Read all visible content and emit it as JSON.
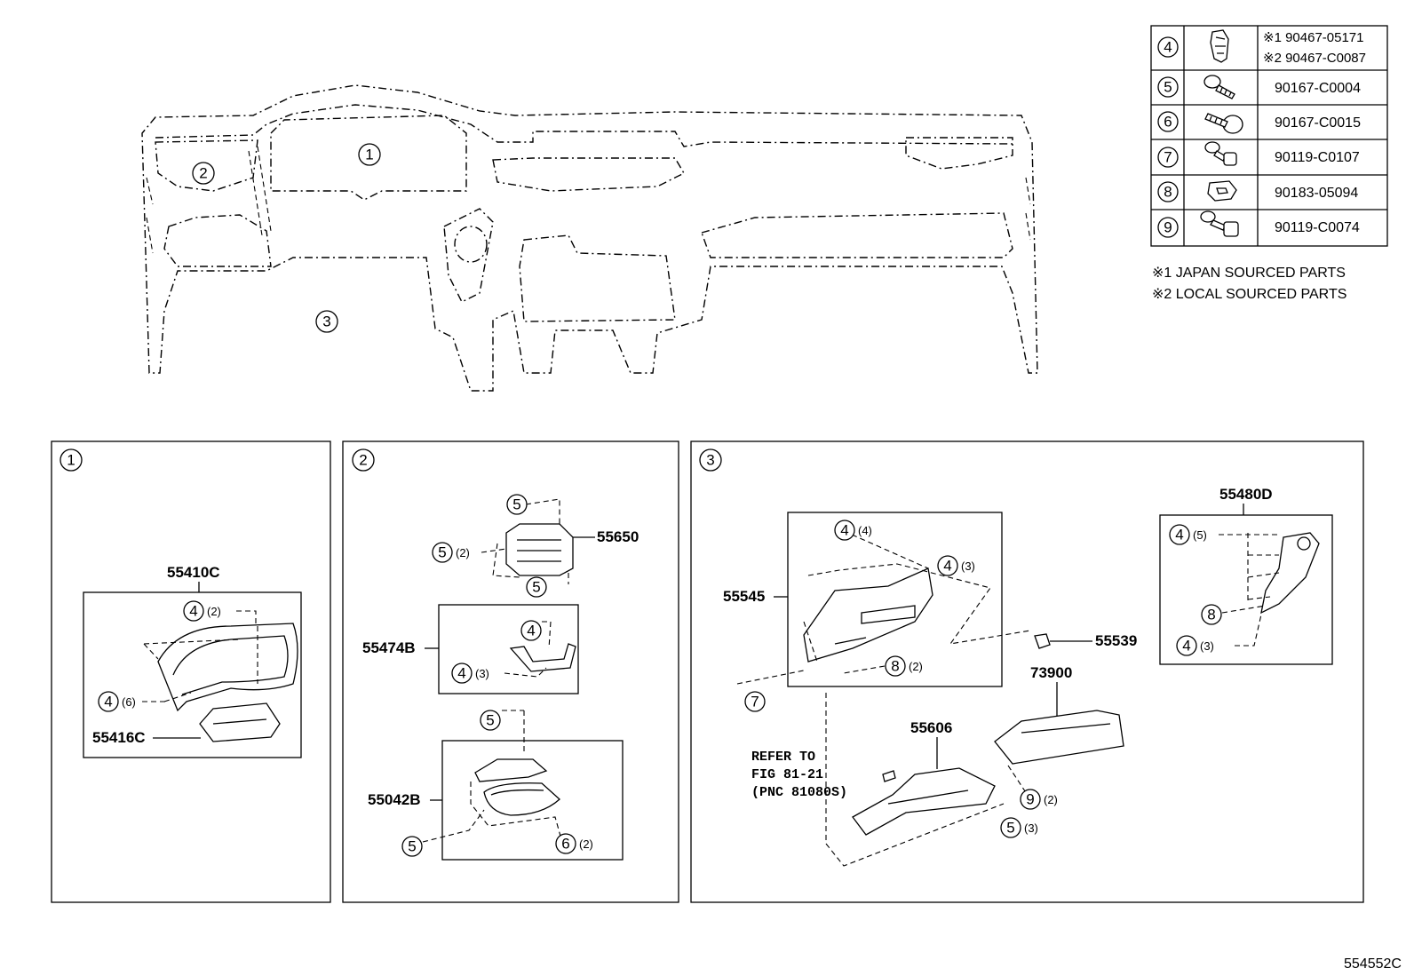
{
  "diagram_id": "554552C",
  "legend_table": [
    {
      "ref": "4",
      "part": "※1 90467-05171",
      "part2": "※2 90467-C0087",
      "icon": "clip-icon"
    },
    {
      "ref": "5",
      "part": "90167-C0004",
      "icon": "screw-icon"
    },
    {
      "ref": "6",
      "part": "90167-C0015",
      "icon": "screw-washer-icon"
    },
    {
      "ref": "7",
      "part": "90119-C0107",
      "icon": "bolt-icon"
    },
    {
      "ref": "8",
      "part": "90183-05094",
      "icon": "nut-clip-icon"
    },
    {
      "ref": "9",
      "part": "90119-C0074",
      "icon": "bolt-flange-icon"
    }
  ],
  "notes": [
    "※1 JAPAN SOURCED PARTS",
    "※2 LOCAL SOURCED PARTS"
  ],
  "overview": {
    "callouts": [
      "1",
      "2",
      "3"
    ]
  },
  "panel1": {
    "id": "1",
    "parts": {
      "p55410C": "55410C",
      "p55416C": "55416C"
    },
    "refs": {
      "a": "4",
      "a_qty": "(2)",
      "b": "4",
      "b_qty": "(6)"
    }
  },
  "panel2": {
    "id": "2",
    "parts": {
      "p55650": "55650",
      "p55474B": "55474B",
      "p55042B": "55042B"
    },
    "refs": {
      "r5a": "5",
      "r5b": "5",
      "r5b_qty": "(2)",
      "r5c": "5",
      "r4a": "4",
      "r4b": "4",
      "r4b_qty": "(3)",
      "r5d": "5",
      "r5e": "5",
      "r6": "6",
      "r6_qty": "(2)"
    }
  },
  "panel3": {
    "id": "3",
    "parts": {
      "p55545": "55545",
      "p55539": "55539",
      "p73900": "73900",
      "p55606": "55606",
      "p55480D": "55480D"
    },
    "refs": {
      "r4a": "4",
      "r4a_qty": "(4)",
      "r4b": "4",
      "r4b_qty": "(3)",
      "r8a": "8",
      "r8a_qty": "(2)",
      "r7": "7",
      "r9": "9",
      "r9_qty": "(2)",
      "r5": "5",
      "r5_qty": "(3)",
      "r4c": "4",
      "r4c_qty": "(5)",
      "r8b": "8",
      "r4d": "4",
      "r4d_qty": "(3)"
    },
    "refer": [
      "REFER TO",
      "FIG 81-21",
      "(PNC 81080S)"
    ]
  }
}
